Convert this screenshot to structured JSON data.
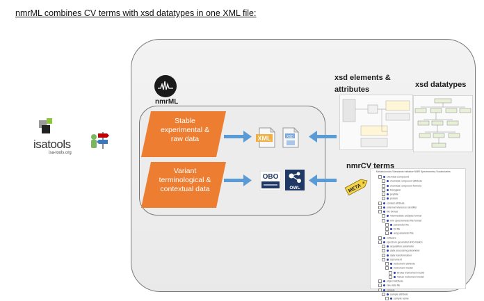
{
  "title": "nmrML combines CV terms with xsd datatypes in one XML file:",
  "isatools": {
    "brand": "isatools",
    "url": "isa-tools.org"
  },
  "nmrml_logo": "nmrML",
  "boxes": {
    "stable": "Stable experimental & raw data",
    "variant": "Variant terminological & contextual data"
  },
  "labels": {
    "xsd_elements": "xsd elements & attributes",
    "xsd_datatypes": "xsd datatypes",
    "nmrcv_terms": "nmrCV terms"
  },
  "icons": {
    "xml": "XML",
    "xsd": "XSD",
    "obo": "OBO",
    "owl": "OWL",
    "meta": "META"
  },
  "colors": {
    "orange": "#ed7d31",
    "arrow": "#5b9bd5",
    "navy": "#1f3864"
  },
  "tree_top": "Metabolomics Standards Initiative NMR Spectrometry Vocabularies",
  "tree_items": [
    "chemical compound",
    "chemical compound attribute",
    "chemical compound formula",
    "biological",
    "peptide",
    "protein",
    "contact attribute",
    "external reference identifier",
    "file format",
    "intermediate analysis format",
    "nmr spectrometer file format",
    "parameter file",
    "fid file",
    "acq parameter file",
    "software",
    "spectrum generation information",
    "acquisition parameter",
    "data processing parameter",
    "data transformation",
    "instrument",
    "instrument attribute",
    "instrument model",
    "Bruker instrument model",
    "Varian instrument model",
    "object attribute",
    "raw data file",
    "sample",
    "sample attribute",
    "sample name"
  ]
}
